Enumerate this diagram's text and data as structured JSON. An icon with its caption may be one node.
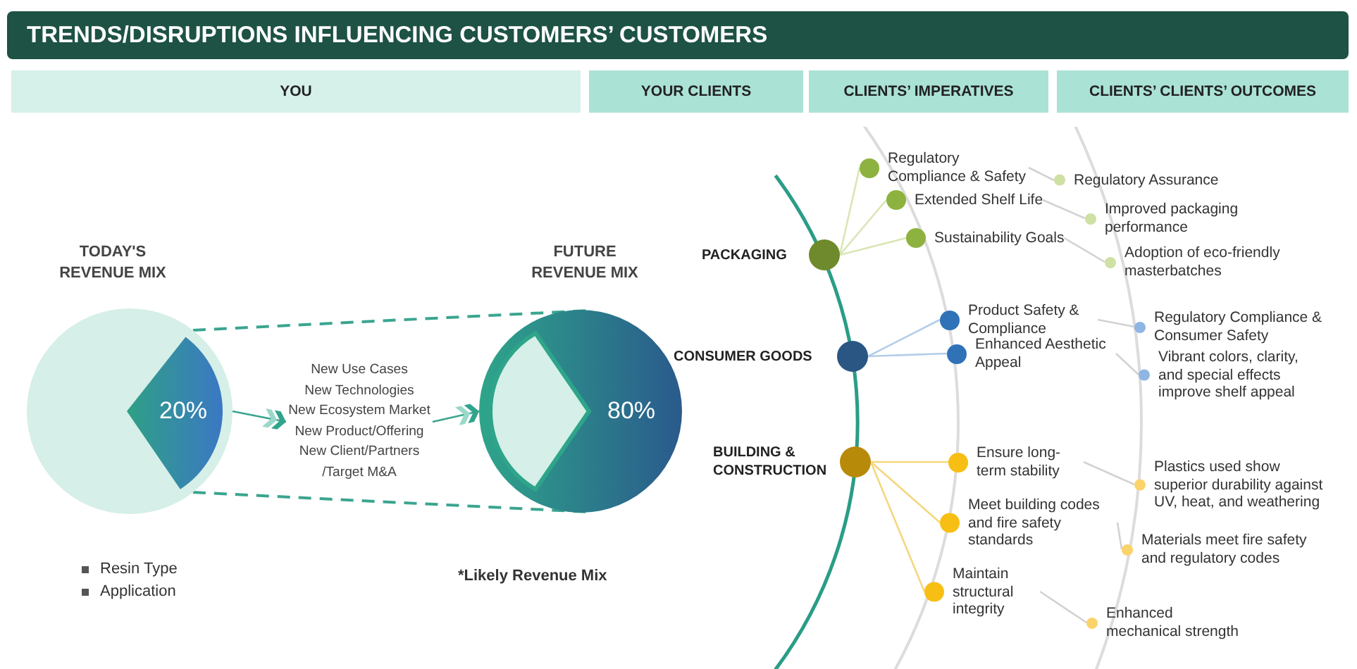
{
  "diagram": {
    "title": "TRENDS/DISRUPTIONS INFLUENCING CUSTOMERS’ CUSTOMERS",
    "nodes": [
      {
        "text": [
          "YOU"
        ]
      },
      {
        "text": [
          "YOUR CLIENTS"
        ]
      },
      {
        "text": [
          "CLIENTS’ IMPERATIVES"
        ]
      },
      {
        "text": [
          "CLIENTS’ CLIENTS’ OUTCOMES"
        ]
      },
      {
        "text": [
          "20%"
        ],
        "beside": [
          "TODAY'S REVENUE MIX"
        ]
      },
      {
        "text": [
          "New Use Cases",
          "New Technologies",
          "New Ecosystem Market",
          "New Product/Offering",
          "New Client/Partners",
          "/Target M&A"
        ]
      },
      {
        "text": [
          "80%"
        ],
        "beside": [
          "FUTURE REVENUE MIX"
        ]
      },
      {
        "text": [
          "PACKAGING"
        ]
      },
      {
        "text": [
          "Regulatory Compliance & Safety"
        ]
      },
      {
        "text": [
          "Extended Shelf Life"
        ]
      },
      {
        "text": [
          "Sustainability Goals"
        ]
      },
      {
        "text": [
          "Regulatory Assurance"
        ]
      },
      {
        "text": [
          "Improved packaging performance"
        ]
      },
      {
        "text": [
          "Adoption of eco-friendly masterbatches"
        ]
      },
      {
        "text": [
          "CONSUMER GOODS"
        ]
      },
      {
        "text": [
          "Product Safety & Compliance"
        ]
      },
      {
        "text": [
          "Enhanced Aesthetic Appeal"
        ]
      },
      {
        "text": [
          "Regulatory Compliance & Consumer Safety"
        ]
      },
      {
        "text": [
          "Vibrant colors, clarity, and special effects improve shelf appeal"
        ]
      },
      {
        "text": [
          "BUILDING & CONSTRUCTION"
        ]
      },
      {
        "text": [
          "Ensure long-term stability"
        ]
      },
      {
        "text": [
          "Meet building codes and fire safety standards"
        ]
      },
      {
        "text": [
          "Maintain structural integrity"
        ]
      },
      {
        "text": [
          "Plastics used show superior durability against UV, heat, and weathering"
        ]
      },
      {
        "text": [
          "Materials meet fire safety and regulatory codes"
        ]
      },
      {
        "text": [
          "Enhanced mechanical strength"
        ]
      }
    ],
    "edges": [
      {
        "from": 4,
        "to": 6,
        "arrow": "none",
        "style": "dashed",
        "color": "#3aa58f"
      },
      {
        "from": 4,
        "to": 6,
        "arrow": "none",
        "style": "dashed",
        "color": "#3aa58f"
      },
      {
        "from": 4,
        "to": 5,
        "arrow": "to",
        "color": "#3aa58f"
      },
      {
        "from": 5,
        "to": 6,
        "arrow": "to",
        "color": "#3aa58f"
      },
      {
        "from": 7,
        "to": 8,
        "arrow": "none",
        "color": "#d9e6b4"
      },
      {
        "from": 7,
        "to": 9,
        "arrow": "none",
        "color": "#d9e6b4"
      },
      {
        "from": 7,
        "to": 10,
        "arrow": "none",
        "color": "#d9e6b4"
      },
      {
        "from": 8,
        "to": 11,
        "arrow": "none"
      },
      {
        "from": 9,
        "to": 12,
        "arrow": "none"
      },
      {
        "from": 10,
        "to": 13,
        "arrow": "none"
      },
      {
        "from": 14,
        "to": 15,
        "arrow": "none",
        "color": "#b3cde9"
      },
      {
        "from": 14,
        "to": 16,
        "arrow": "none",
        "color": "#b3cde9"
      },
      {
        "from": 15,
        "to": 17,
        "arrow": "none"
      },
      {
        "from": 16,
        "to": 18,
        "arrow": "none"
      },
      {
        "from": 19,
        "to": 20,
        "arrow": "none",
        "color": "#f4d77e"
      },
      {
        "from": 19,
        "to": 21,
        "arrow": "none",
        "color": "#f4d77e"
      },
      {
        "from": 19,
        "to": 22,
        "arrow": "none",
        "color": "#f4d77e"
      },
      {
        "from": 20,
        "to": 23,
        "arrow": "none"
      },
      {
        "from": 21,
        "to": 24,
        "arrow": "none"
      },
      {
        "from": 22,
        "to": 25,
        "arrow": "none"
      }
    ],
    "labels": [
      "Resin Type",
      "Application",
      "*Likely Revenue Mix"
    ]
  }
}
